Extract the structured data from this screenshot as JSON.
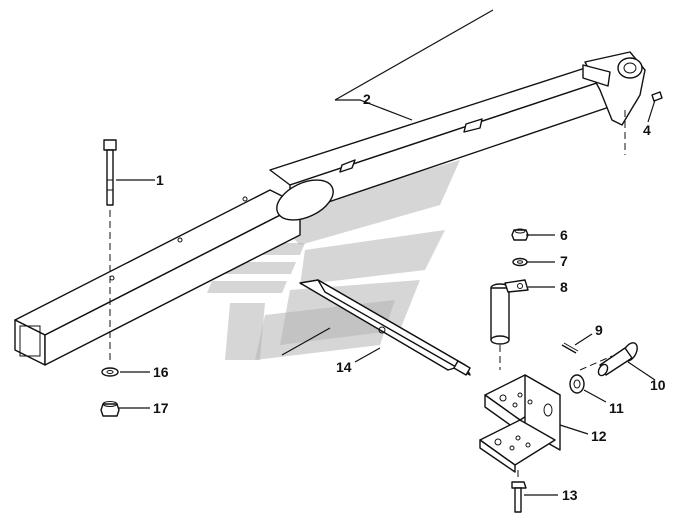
{
  "labels": {
    "l1": "1",
    "l2": "2",
    "l4": "4",
    "l6": "6",
    "l7": "7",
    "l8": "8",
    "l9": "9",
    "l10": "10",
    "l11": "11",
    "l12": "12",
    "l13": "13",
    "l14": "14",
    "l16": "16",
    "l17": "17"
  },
  "colors": {
    "ink": "#111111",
    "watermark": "#b5b5b5",
    "background": "#ffffff"
  }
}
